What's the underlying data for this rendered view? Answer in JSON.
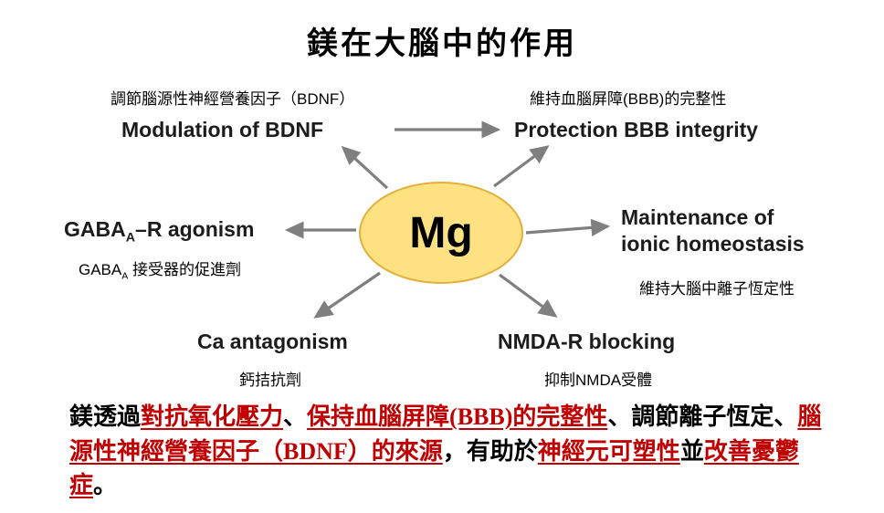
{
  "title": "鎂在大腦中的作用",
  "diagram": {
    "center": {
      "label": "Mg",
      "fill": "#FEE181",
      "border": "#E2AF3E"
    },
    "arrow_color": "#7F7F7F",
    "nodes": {
      "bdnf": {
        "zh": "調節腦源性神經營養因子（BDNF）",
        "en": "Modulation of BDNF"
      },
      "bbb": {
        "zh": "維持血腦屏障(BBB)的完整性",
        "en": "Protection BBB integrity"
      },
      "gaba": {
        "en_pre": "GABA",
        "en_sub": "A",
        "en_post": "–R agonism",
        "zh_pre": "GABA",
        "zh_sub": "A",
        "zh_post": " 接受器的促進劑"
      },
      "ionic": {
        "en_line1": "Maintenance of",
        "en_line2": "ionic homeostasis",
        "zh": "維持大腦中離子恆定性"
      },
      "ca": {
        "en": "Ca antagonism",
        "zh": "鈣拮抗劑"
      },
      "nmda": {
        "en": "NMDA-R blocking",
        "zh": "抑制NMDA受體"
      }
    }
  },
  "summary": {
    "emphasis_color": "#C00000",
    "segments": [
      {
        "text": "鎂透過",
        "emphasis": false
      },
      {
        "text": "對抗氧化壓力",
        "emphasis": true
      },
      {
        "text": "、",
        "emphasis": false
      },
      {
        "text": "保持血腦屏障(BBB)的完整性",
        "emphasis": true
      },
      {
        "text": "、調節離子恆定、",
        "emphasis": false
      },
      {
        "text": "腦源性神經營養因子（BDNF）的來源",
        "emphasis": true
      },
      {
        "text": "，有助於",
        "emphasis": false
      },
      {
        "text": "神經元可塑性",
        "emphasis": true
      },
      {
        "text": "並",
        "emphasis": false
      },
      {
        "text": "改善憂鬱症",
        "emphasis": true
      },
      {
        "text": "。",
        "emphasis": false
      }
    ]
  }
}
